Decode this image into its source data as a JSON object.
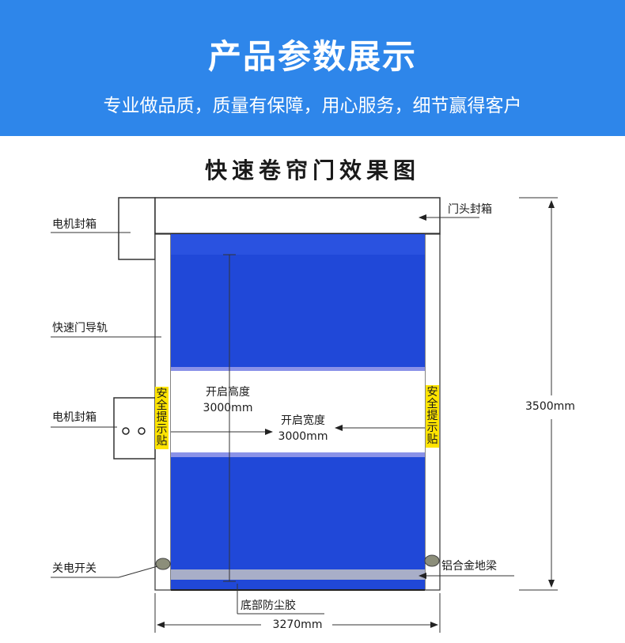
{
  "banner": {
    "title": "产品参数展示",
    "subtitle": "专业做品质，质量有保障，用心服务，细节赢得客户"
  },
  "diagram": {
    "title": "快速卷帘门效果图",
    "labels": {
      "motor_box_top": "电机封箱",
      "guide_rail": "快速门导轨",
      "motor_box_side": "电机封箱",
      "power_switch": "关电开关",
      "door_head_box": "门头封箱",
      "aluminum_ground_beam": "铝合金地梁",
      "bottom_dust_rubber": "底部防尘胶",
      "open_height_label": "开启高度",
      "open_height_value": "3000mm",
      "open_width_label": "开启宽度",
      "open_width_value": "3000mm",
      "total_height": "3500mm",
      "total_width": "3270mm"
    },
    "safety_sign_left": [
      "安",
      "全",
      "提",
      "示",
      "贴"
    ],
    "safety_sign_right": [
      "安",
      "全",
      "提",
      "示",
      "贴"
    ],
    "colors": {
      "banner": "#2e86ea",
      "curtain": "#2048d8",
      "window": "#ffffff",
      "safety_sign": "#ffe400",
      "rubber": "#a8aec8"
    }
  }
}
